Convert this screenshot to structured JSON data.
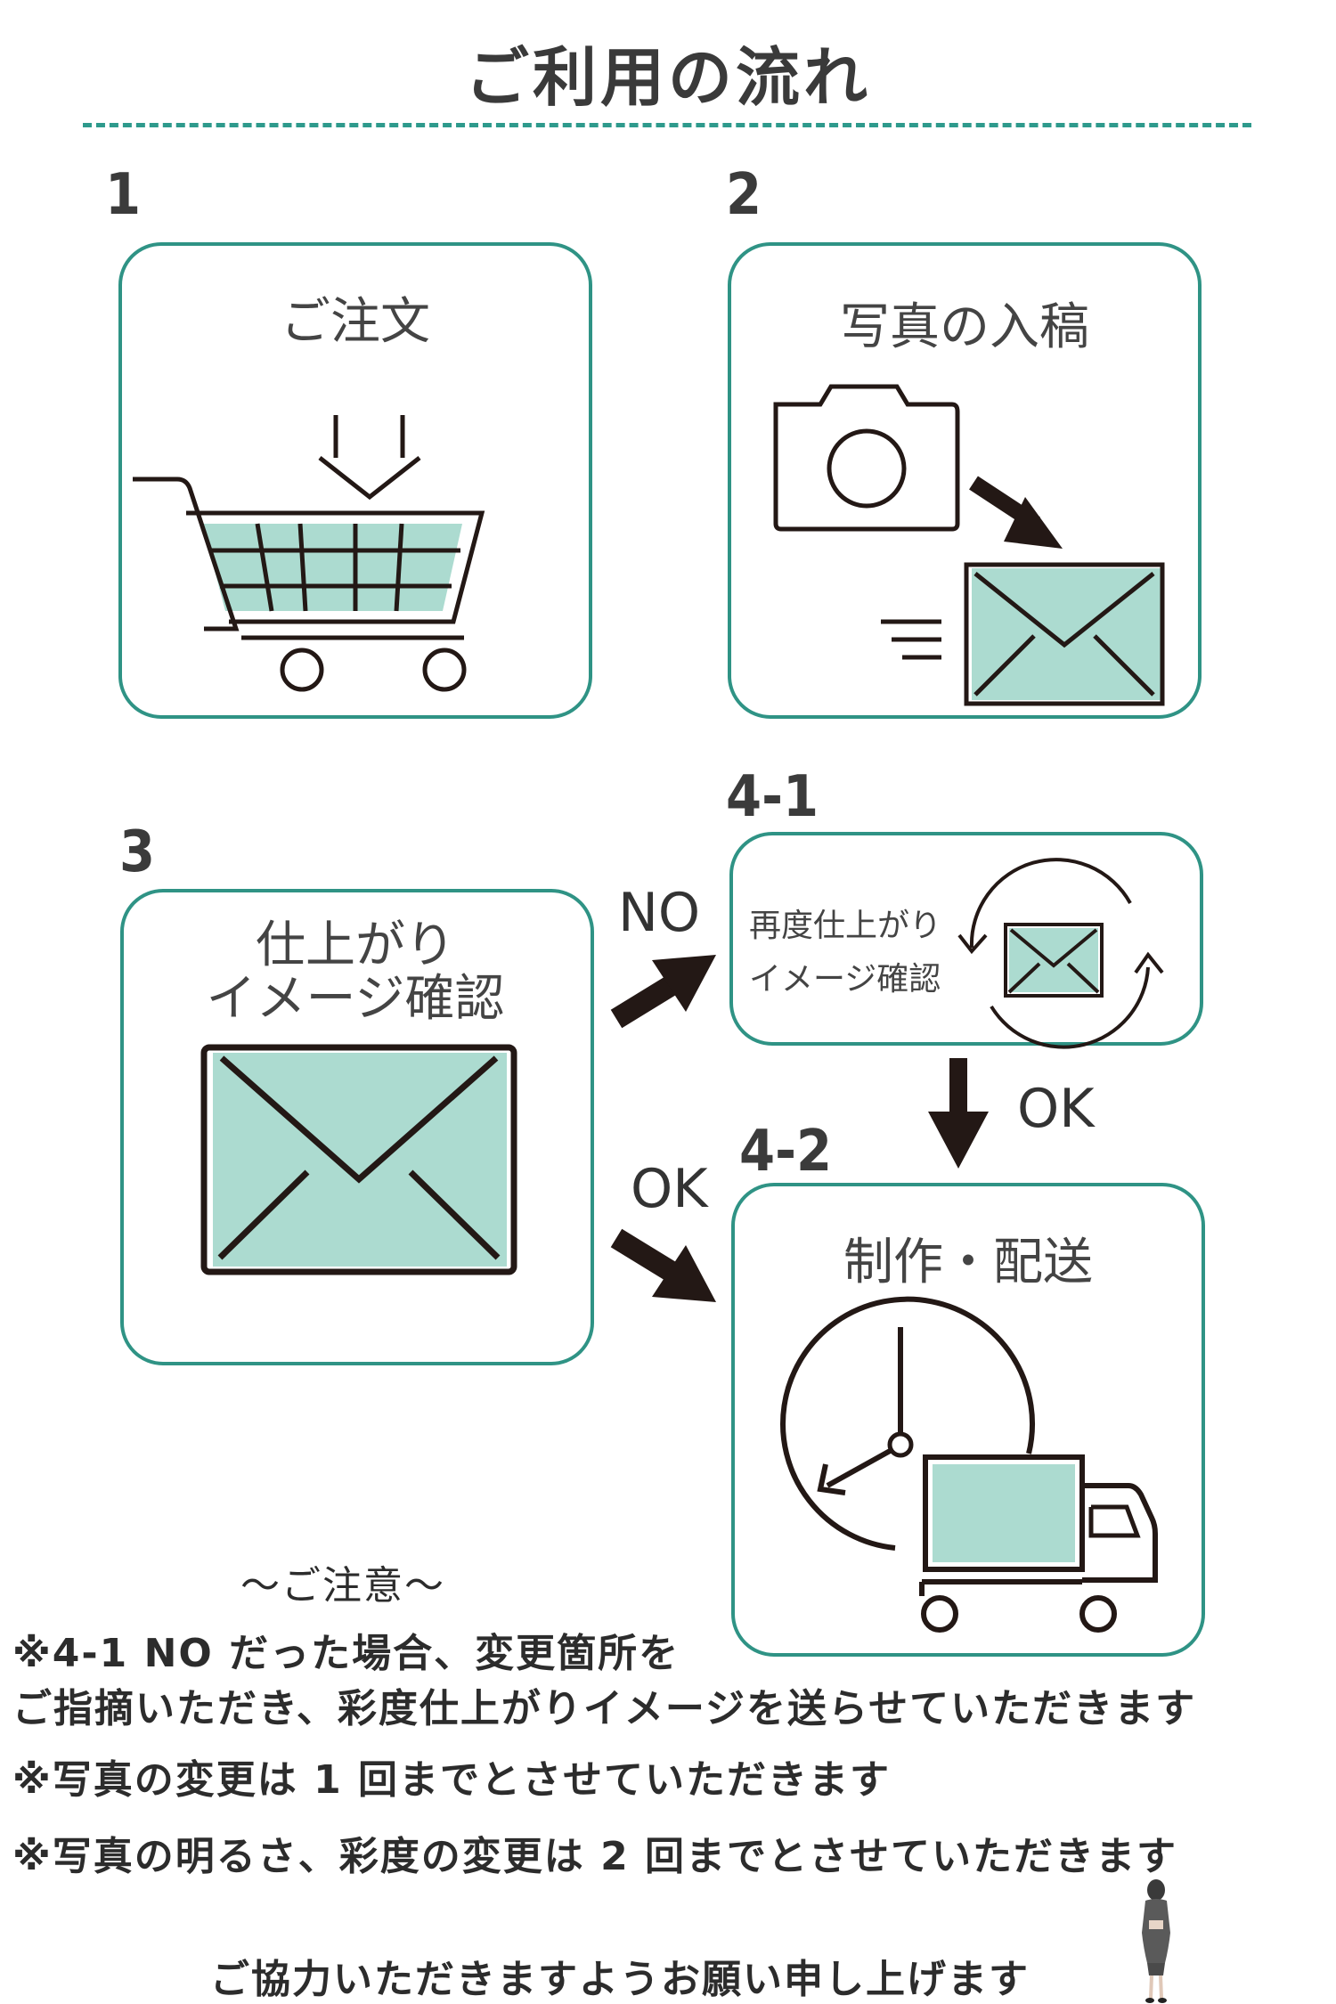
{
  "page": {
    "title": "ご利用の流れ"
  },
  "steps": {
    "s1": {
      "number": "1",
      "title": "ご注文",
      "icon": "shopping-cart-icon"
    },
    "s2": {
      "number": "2",
      "title": "写真の入稿",
      "icon": "camera-to-mail-icon"
    },
    "s3": {
      "number": "3",
      "title_line1": "仕上がり",
      "title_line2": "イメージ確認",
      "icon": "mail-icon"
    },
    "s41": {
      "number": "4-1",
      "label_line1": "再度仕上がり",
      "label_line2": "イメージ確認",
      "icon": "mail-refresh-icon"
    },
    "s42": {
      "number": "4-2",
      "title": "制作・配送",
      "icon": "clock-truck-icon"
    }
  },
  "flow": {
    "no_label": "NO",
    "ok_label_right": "OK",
    "ok_label_down": "OK"
  },
  "notes": {
    "heading": "～ご注意～",
    "line1": "※4-1 NO だった場合、変更箇所を",
    "line2": "ご指摘いただき、彩度仕上がりイメージを送らせていただきます",
    "line3": "※写真の変更は 1 回までとさせていただきます",
    "line4": "※写真の明るさ、彩度の変更は 2 回までとさせていただきます",
    "closing": "ご協力いただきますようお願い申し上げます"
  },
  "colors": {
    "accent": "#2f9385",
    "fill": "#acdbd0",
    "ink": "#231815"
  }
}
